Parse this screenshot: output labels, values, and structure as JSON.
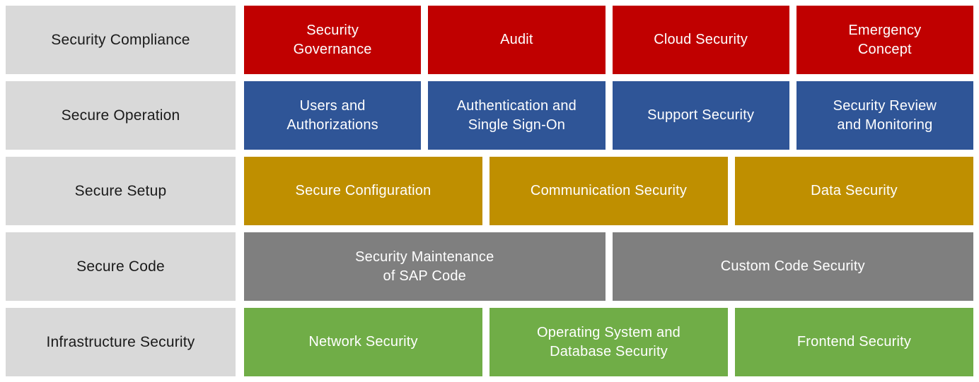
{
  "colors": {
    "background": "#FFFFFF",
    "label_bg": "#D9D9D9",
    "label_text": "#1A1A1A",
    "box_text": "#FFFFFF",
    "row_red": "#C00000",
    "row_blue": "#2F5597",
    "row_gold": "#BF8F00",
    "row_gray": "#7F7F7F",
    "row_green": "#70AD47"
  },
  "rows": [
    {
      "category": "Security Compliance",
      "color": "#C00000",
      "items": [
        "Security\nGovernance",
        "Audit",
        "Cloud Security",
        "Emergency\nConcept"
      ]
    },
    {
      "category": "Secure Operation",
      "color": "#2F5597",
      "items": [
        "Users and\nAuthorizations",
        "Authentication and\nSingle Sign-On",
        "Support Security",
        "Security Review\nand Monitoring"
      ]
    },
    {
      "category": "Secure Setup",
      "color": "#BF8F00",
      "items": [
        "Secure Configuration",
        "Communication Security",
        "Data Security"
      ]
    },
    {
      "category": "Secure Code",
      "color": "#7F7F7F",
      "items": [
        "Security Maintenance\nof SAP Code",
        "Custom Code Security"
      ]
    },
    {
      "category": "Infrastructure Security",
      "color": "#70AD47",
      "items": [
        "Network Security",
        "Operating System and\nDatabase Security",
        "Frontend Security"
      ]
    }
  ]
}
